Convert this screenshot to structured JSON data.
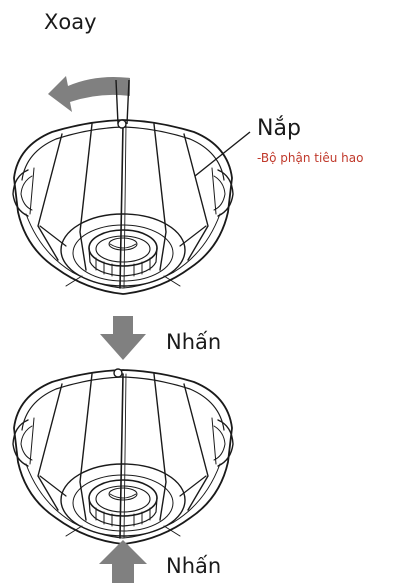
{
  "labels": {
    "rotate": "Xoay",
    "cap": "Nắp",
    "consumable": "-Bộ phận tiêu hao",
    "press_top": "Nhấn",
    "press_bottom": "Nhấn"
  },
  "colors": {
    "line": "#1a1a1a",
    "arrow": "#808080",
    "consumable_text": "#c0392b"
  },
  "icons": {
    "rotate_arrow": "curved-arrow-left-icon",
    "press_down": "arrow-down-icon",
    "press_up": "arrow-up-icon"
  }
}
